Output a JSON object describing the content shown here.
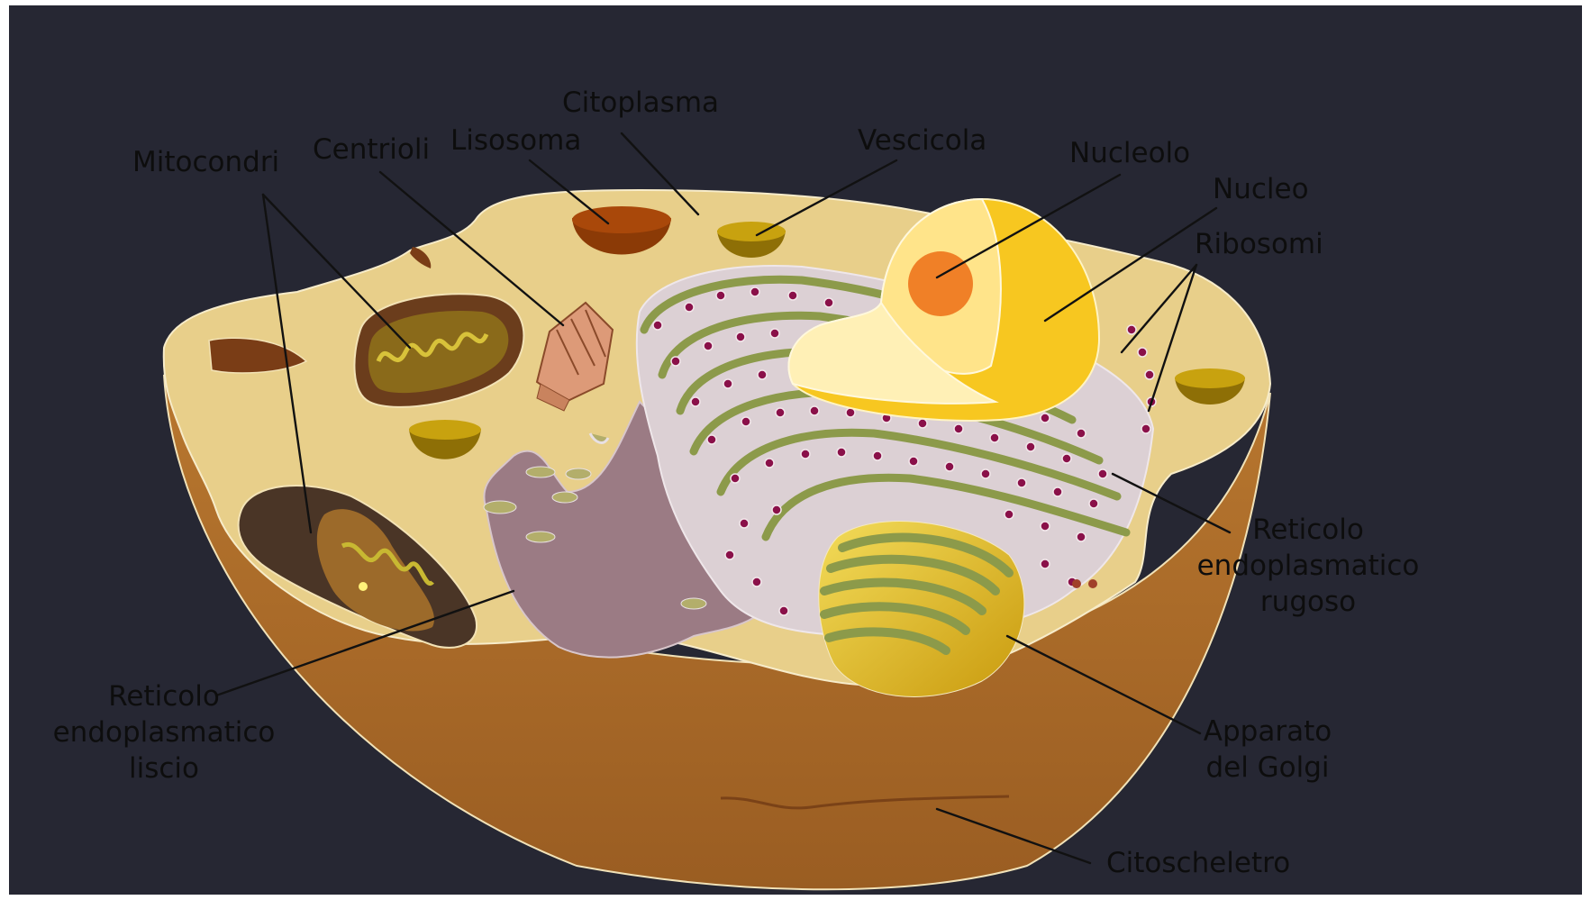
{
  "diagram": {
    "labels": {
      "citoplasma": "Citoplasma",
      "centrioli": "Centrioli",
      "lisosoma": "Lisosoma",
      "vescicola": "Vescicola",
      "nucleolo": "Nucleolo",
      "nucleo": "Nucleo",
      "ribosomi": "Ribosomi",
      "mitocondri": "Mitocondri",
      "rer": [
        "Reticolo",
        "endoplasmatico",
        "rugoso"
      ],
      "ser": [
        "Reticolo",
        "endoplasmatico",
        "liscio"
      ],
      "golgi": [
        "Apparato",
        "del Golgi"
      ],
      "citoscheletro": "Citoscheletro"
    },
    "colors": {
      "background": "#262733",
      "cytoplasm_top": "#e8cf8a",
      "cell_body": "#a8692c",
      "nucleus": "#f7c720",
      "nucleolus": "#f08027",
      "rough_er": "#dcd0d4",
      "smooth_er": "#9b7b84",
      "ribosome": "#8a1049",
      "golgi": "#8c9a4a",
      "mitochondrion": "#6b3d1c",
      "lysosome": "#a9480a",
      "vesicle": "#c8a20f",
      "centriole": "#dd9a78"
    }
  }
}
